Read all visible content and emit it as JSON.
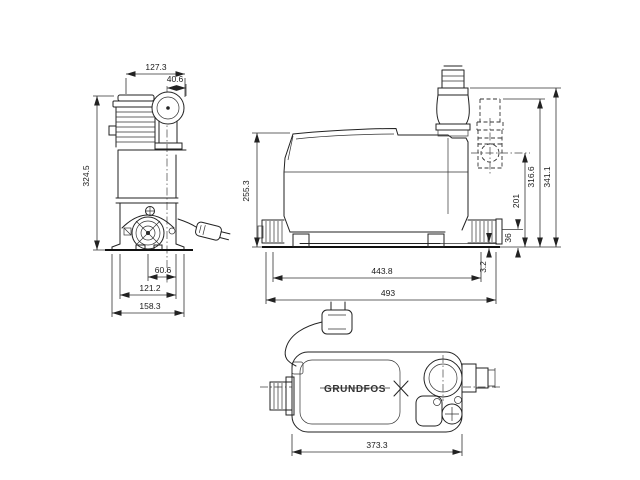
{
  "drawing": {
    "type": "technical-dimensional-drawing",
    "line_color": "#222222",
    "background": "#ffffff",
    "views": {
      "front": {
        "label": "front-view",
        "dims": {
          "top_width": "127.3",
          "port_offset": "40.6",
          "height": "324.5",
          "bottom_a": "60.6",
          "bottom_b": "121.2",
          "bottom_c": "158.3"
        }
      },
      "side": {
        "label": "side-view",
        "dims": {
          "body_height": "255.3",
          "body_length": "443.8",
          "total_length": "493",
          "base_plate": "3.2",
          "low_inlet": "36",
          "inlet_center": "201",
          "outlet_top": "316.6",
          "total_height": "341.1"
        }
      },
      "top": {
        "label": "top-view",
        "logo": "GRUNDFOS",
        "dims": {
          "length": "373.3"
        }
      }
    }
  }
}
